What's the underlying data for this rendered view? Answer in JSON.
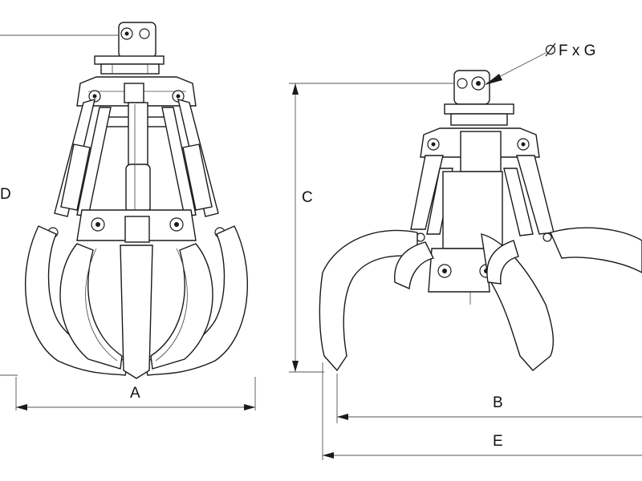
{
  "labels": {
    "A": "A",
    "B": "B",
    "C": "C",
    "D": "D",
    "E": "E",
    "FG": "F x G"
  },
  "icons": {
    "diameter": "diameter-symbol-icon"
  },
  "colors": {
    "line": "#1a1a1a",
    "dimension": "#555555",
    "background": "#ffffff"
  }
}
